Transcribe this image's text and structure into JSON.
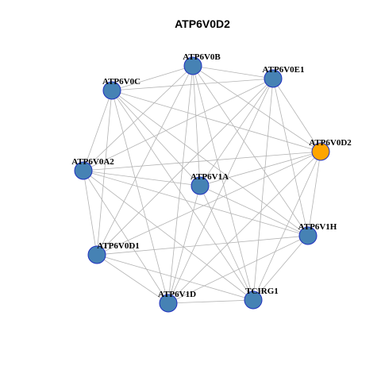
{
  "title": "ATP6V0D2",
  "colors": {
    "node_default": "#4682b4",
    "node_highlight": "#ffa500",
    "node_border": "#1f2fbf",
    "edge": "#b3b3b3",
    "background": "#ffffff"
  },
  "highlight_node": "ATP6V0D2",
  "nodes": [
    {
      "id": "ATP6V0B",
      "label": "ATP6V0B"
    },
    {
      "id": "ATP6V0E1",
      "label": "ATP6V0E1"
    },
    {
      "id": "ATP6V0C",
      "label": "ATP6V0C"
    },
    {
      "id": "ATP6V0D2",
      "label": "ATP6V0D2"
    },
    {
      "id": "ATP6V0A2",
      "label": "ATP6V0A2"
    },
    {
      "id": "ATP6V1A",
      "label": "ATP6V1A"
    },
    {
      "id": "ATP6V1H",
      "label": "ATP6V1H"
    },
    {
      "id": "ATP6V0D1",
      "label": "ATP6V0D1"
    },
    {
      "id": "TCIRG1",
      "label": "TCIRG1"
    },
    {
      "id": "ATP6V1D",
      "label": "ATP6V1D"
    }
  ],
  "edges": [
    [
      "ATP6V0B",
      "ATP6V0C"
    ],
    [
      "ATP6V0B",
      "ATP6V0E1"
    ],
    [
      "ATP6V0B",
      "ATP6V0A2"
    ],
    [
      "ATP6V0B",
      "ATP6V0D2"
    ],
    [
      "ATP6V0B",
      "ATP6V1A"
    ],
    [
      "ATP6V0B",
      "ATP6V1H"
    ],
    [
      "ATP6V0B",
      "ATP6V0D1"
    ],
    [
      "ATP6V0B",
      "ATP6V1D"
    ],
    [
      "ATP6V0B",
      "TCIRG1"
    ],
    [
      "ATP6V0E1",
      "ATP6V0C"
    ],
    [
      "ATP6V0E1",
      "ATP6V0A2"
    ],
    [
      "ATP6V0E1",
      "ATP6V0D2"
    ],
    [
      "ATP6V0E1",
      "ATP6V1A"
    ],
    [
      "ATP6V0E1",
      "ATP6V1H"
    ],
    [
      "ATP6V0E1",
      "ATP6V0D1"
    ],
    [
      "ATP6V0E1",
      "ATP6V1D"
    ],
    [
      "ATP6V0E1",
      "TCIRG1"
    ],
    [
      "ATP6V0C",
      "ATP6V0D2"
    ],
    [
      "ATP6V0C",
      "ATP6V0A2"
    ],
    [
      "ATP6V0C",
      "ATP6V1A"
    ],
    [
      "ATP6V0C",
      "ATP6V1H"
    ],
    [
      "ATP6V0C",
      "ATP6V0D1"
    ],
    [
      "ATP6V0C",
      "ATP6V1D"
    ],
    [
      "ATP6V0C",
      "TCIRG1"
    ],
    [
      "ATP6V0A2",
      "ATP6V0D2"
    ],
    [
      "ATP6V0A2",
      "ATP6V1A"
    ],
    [
      "ATP6V0A2",
      "ATP6V1H"
    ],
    [
      "ATP6V0A2",
      "ATP6V0D1"
    ],
    [
      "ATP6V0A2",
      "ATP6V1D"
    ],
    [
      "ATP6V0A2",
      "TCIRG1"
    ],
    [
      "ATP6V0D2",
      "ATP6V1A"
    ],
    [
      "ATP6V0D2",
      "ATP6V1H"
    ],
    [
      "ATP6V0D2",
      "ATP6V0D1"
    ],
    [
      "ATP6V0D2",
      "ATP6V1D"
    ],
    [
      "ATP6V0D2",
      "TCIRG1"
    ],
    [
      "ATP6V1A",
      "ATP6V1H"
    ],
    [
      "ATP6V1A",
      "ATP6V1D"
    ],
    [
      "ATP6V1A",
      "TCIRG1"
    ],
    [
      "ATP6V1H",
      "ATP6V0D1"
    ],
    [
      "ATP6V1H",
      "ATP6V1D"
    ],
    [
      "ATP6V1H",
      "TCIRG1"
    ],
    [
      "ATP6V0D1",
      "ATP6V1D"
    ],
    [
      "ATP6V0D1",
      "TCIRG1"
    ],
    [
      "ATP6V1D",
      "TCIRG1"
    ]
  ]
}
